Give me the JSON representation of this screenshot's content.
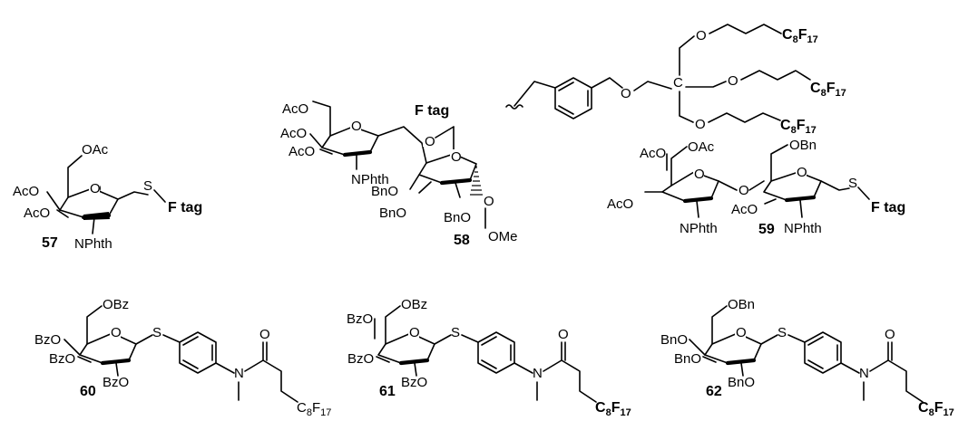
{
  "ftag": {
    "label": "F tag",
    "rf": "C",
    "rf_sub1": "8",
    "rf_f": "F",
    "rf_sub2": "17",
    "ether_o": "O",
    "quat_c": "C"
  },
  "labels": {
    "OAc": "OAc",
    "AcO": "AcO",
    "OBn": "OBn",
    "BnO": "BnO",
    "OBz": "OBz",
    "BzO": "BzO",
    "NPhth": "NPhth",
    "OMe": "OMe",
    "O": "O",
    "S": "S",
    "N": "N",
    "Ftag": "F tag",
    "C": "C",
    "F": "F",
    "s8": "8",
    "s17": "17"
  },
  "compounds": {
    "c57": "57",
    "c58": "58",
    "c59": "59",
    "c60": "60",
    "c61": "61",
    "c62": "62"
  }
}
